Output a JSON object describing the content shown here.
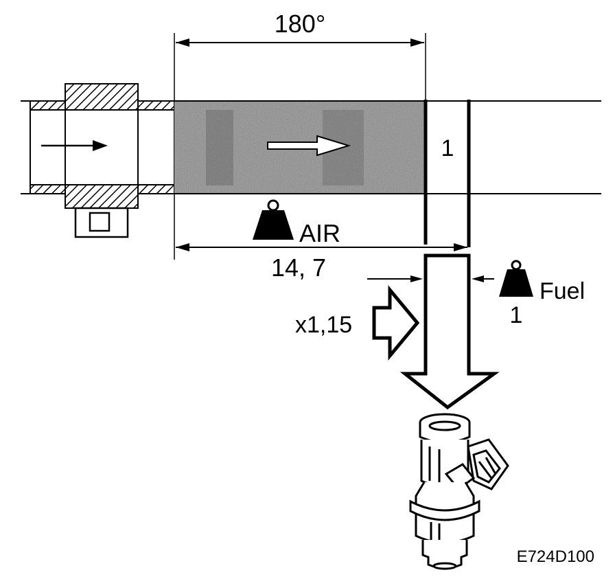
{
  "labels": {
    "angle": "180°",
    "cylinder_ratio": "1",
    "air": "AIR",
    "air_ratio": "14, 7",
    "multiplier": "x1,15",
    "fuel": "Fuel",
    "fuel_ratio": "1",
    "figure_code": "E724D100"
  },
  "colors": {
    "line": "#000000",
    "background": "#ffffff",
    "air_fill": "#8a8a8a"
  },
  "icons": [
    "flow-arrow-icon",
    "weight-icon",
    "hollow-arrow-icon",
    "fuel-injector-icon"
  ]
}
